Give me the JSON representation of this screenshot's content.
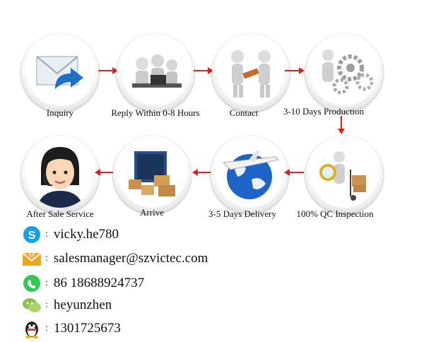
{
  "steps": [
    {
      "label": "Inquiry",
      "icon": "envelope-reply-icon"
    },
    {
      "label": "Reply Within 0-8 Hours",
      "icon": "call-center-icon"
    },
    {
      "label": "Contact",
      "icon": "handshake-figures-icon"
    },
    {
      "label": "3-10 Days Production",
      "icon": "gears-production-icon"
    },
    {
      "label": "After Sale Service",
      "icon": "support-agent-icon"
    },
    {
      "label": "Arrive",
      "icon": "container-boxes-icon"
    },
    {
      "label": "3-5 Days Delivery",
      "icon": "globe-airplane-icon"
    },
    {
      "label": "100% QC Inspection",
      "icon": "magnifier-inspection-icon"
    }
  ],
  "contacts": [
    {
      "icon": "skype-icon",
      "value": "vicky.he780"
    },
    {
      "icon": "email-icon",
      "value": "salesmanager@szvictec.com"
    },
    {
      "icon": "whatsapp-icon",
      "value": "86 18688924737"
    },
    {
      "icon": "wechat-icon",
      "value": "heyunzhen"
    },
    {
      "icon": "qq-icon",
      "value": "1301725673"
    }
  ],
  "colors": {
    "arrow": "#e02020",
    "skype": "#1ba1e2",
    "email": "#f3a322",
    "whatsapp": "#34c759",
    "wechat": "#8bc34a"
  }
}
